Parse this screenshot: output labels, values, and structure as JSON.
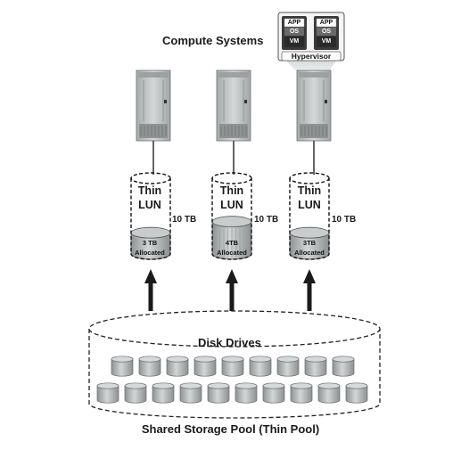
{
  "diagram": {
    "title": "Compute Systems",
    "pool_label": "Shared Storage Pool (Thin Pool)",
    "disk_drives_label": "Disk Drives",
    "hypervisor": {
      "label": "Hypervisor",
      "vms": [
        {
          "app": "APP",
          "os": "OS",
          "vm": "VM"
        },
        {
          "app": "APP",
          "os": "OS",
          "vm": "VM"
        }
      ]
    },
    "luns": [
      {
        "line1": "Thin",
        "line2": "LUN",
        "size": "10 TB",
        "alloc1": "3 TB",
        "alloc2": "Allocated"
      },
      {
        "line1": "Thin",
        "line2": "LUN",
        "size": "10 TB",
        "alloc1": "4TB",
        "alloc2": "Allocated"
      },
      {
        "line1": "Thin",
        "line2": "LUN",
        "size": "10 TB",
        "alloc1": "3TB",
        "alloc2": "Allocated"
      }
    ],
    "colors": {
      "server_body": "#bfc3c4",
      "server_dark": "#8e9394",
      "allocated_fill": "#a9acad",
      "disk_fill": "#bcbfc0",
      "arrow": "#1a1a1a",
      "vm_box": "#3a3a3a"
    }
  }
}
